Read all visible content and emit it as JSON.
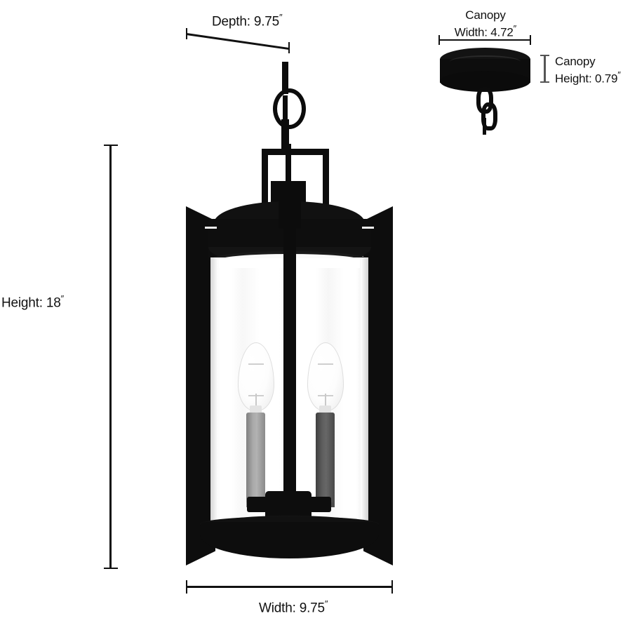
{
  "page": {
    "background": "#ffffff",
    "ink": "#111111",
    "product": "black outdoor cylinder pendant lantern with clear glass and two candelabra bulbs"
  },
  "dimensions": {
    "depth": {
      "label": "Depth: 9.75",
      "unit": "″",
      "value": 9.75,
      "orientation": "diagonal-top"
    },
    "height": {
      "label": "Height: 18",
      "unit": "″",
      "value": 18,
      "orientation": "vertical-left"
    },
    "width": {
      "label": "Width: 9.75",
      "unit": "″",
      "value": 9.75,
      "orientation": "horizontal-bottom"
    },
    "canopy_width": {
      "line1": "Canopy",
      "line2": "Width: 4.72",
      "unit": "″",
      "value": 4.72,
      "orientation": "horizontal-top"
    },
    "canopy_height": {
      "line1": "Canopy",
      "line2": "Height: 0.79",
      "unit": "″",
      "value": 0.79,
      "orientation": "vertical-right"
    }
  },
  "fixture": {
    "finish_color": "#0c0c0c",
    "glass_color": "#ffffff",
    "bulbs": [
      {
        "position": "left",
        "sleeve_color": "#9b9b9b"
      },
      {
        "position": "right",
        "sleeve_color": "#565656"
      }
    ]
  },
  "canopy": {
    "finish_color": "#0d0d0d"
  }
}
